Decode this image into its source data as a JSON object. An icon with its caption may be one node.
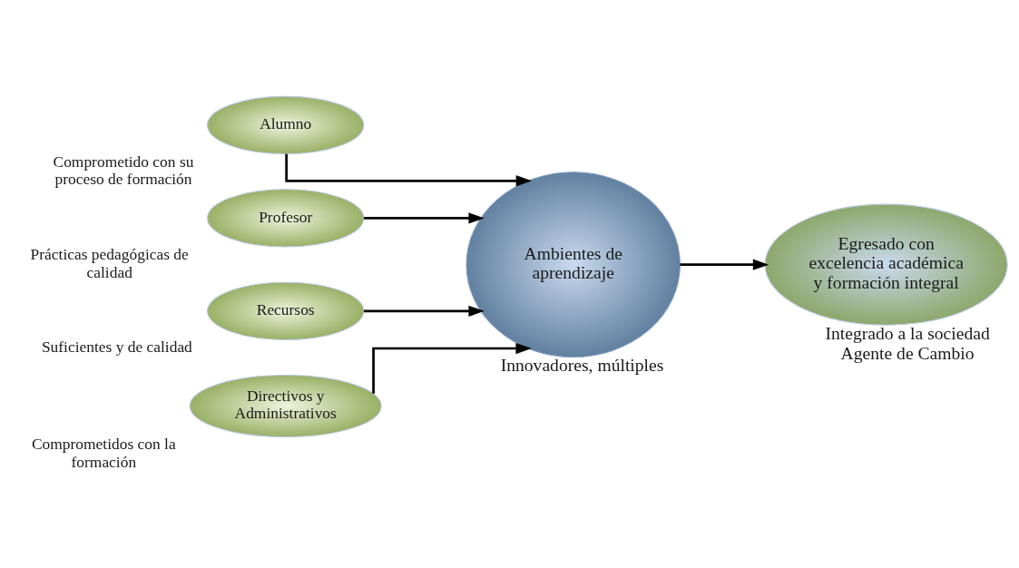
{
  "diagram": {
    "nodes": [
      {
        "text": [
          "Alumno"
        ],
        "beside": [
          "Comprometido con su proceso de formación"
        ]
      },
      {
        "text": [
          "Profesor"
        ],
        "beside": [
          "Prácticas pedagógicas de calidad"
        ]
      },
      {
        "text": [
          "Recursos"
        ],
        "beside": [
          "Suficientes y de calidad"
        ]
      },
      {
        "text": [
          "Directivos y Administrativos"
        ],
        "beside": [
          "Comprometidos con la formación"
        ]
      },
      {
        "text": [
          "Ambientes de aprendizaje"
        ],
        "beside": [
          "Innovadores, múltiples"
        ]
      },
      {
        "text": [
          "Egresado con excelencia académica y formación integral"
        ],
        "beside": [
          "Integrado a la sociedad",
          "Agente de Cambio"
        ]
      }
    ],
    "edges": [
      {
        "from": 0,
        "to": 4,
        "arrow": "to"
      },
      {
        "from": 1,
        "to": 4,
        "arrow": "to"
      },
      {
        "from": 2,
        "to": 4,
        "arrow": "to"
      },
      {
        "from": 3,
        "to": 4,
        "arrow": "to"
      },
      {
        "from": 4,
        "to": 5,
        "arrow": "to"
      }
    ]
  }
}
